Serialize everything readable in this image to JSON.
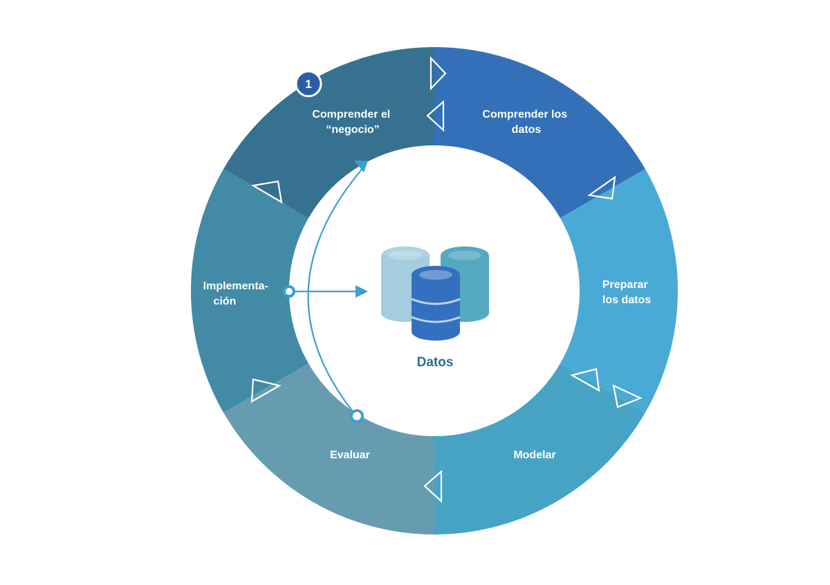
{
  "diagram": {
    "center_label": "Datos",
    "start_badge": "1",
    "segments": [
      {
        "id": "negocio",
        "lines": [
          "Comprender el",
          "“negocio”"
        ],
        "color": "#3470b8"
      },
      {
        "id": "comprender-datos",
        "lines": [
          "Comprender los",
          "datos"
        ],
        "color": "#4aaad6"
      },
      {
        "id": "preparar",
        "lines": [
          "Preparar",
          "los datos"
        ],
        "color": "#47a3c3"
      },
      {
        "id": "modelar",
        "lines": [
          "Modelar"
        ],
        "color": "#679cb0"
      },
      {
        "id": "evaluar",
        "lines": [
          "Evaluar"
        ],
        "color": "#428aa5"
      },
      {
        "id": "implementacion",
        "lines": [
          "Implementa-",
          "ción"
        ],
        "color": "#36718f"
      }
    ],
    "colors": {
      "center_text": "#2a6f92",
      "inner_arrow": "#3b9fd0",
      "badge": "#2a5fa8",
      "db_front": "#3470c0",
      "db_back_left": "#a4cddd",
      "db_back_right": "#54a9c1"
    }
  }
}
